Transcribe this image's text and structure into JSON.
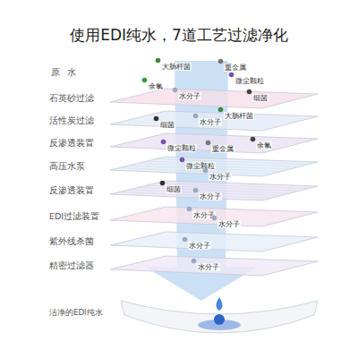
{
  "diagram": {
    "title": "使用EDI纯水，7道工艺过滤净化",
    "nodes": [
      {
        "text": [
          "石英砂过滤"
        ]
      },
      {
        "text": [
          "活性炭过滤"
        ]
      },
      {
        "text": [
          "反渗透装置"
        ]
      },
      {
        "text": [
          "高压水泵"
        ]
      },
      {
        "text": [
          "反渗透装置"
        ]
      },
      {
        "text": [
          "EDI过滤装置"
        ]
      },
      {
        "text": [
          "紫外线杀菌"
        ]
      },
      {
        "text": [
          "精密过滤器"
        ]
      },
      {
        "text": [
          "洁净的EDI纯水"
        ]
      }
    ],
    "labels": [
      "原水",
      "大肠杆菌",
      "重金属",
      "余氯",
      "微尘颗粒",
      "水分子",
      "细菌",
      "细菌",
      "水分子",
      "大肠杆菌",
      "微尘颗粒",
      "重金属",
      "余氯",
      "微尘颗粒",
      "水分子",
      "细菌",
      "水分子",
      "水分子",
      "水分子",
      "水分子",
      "水分子"
    ]
  }
}
